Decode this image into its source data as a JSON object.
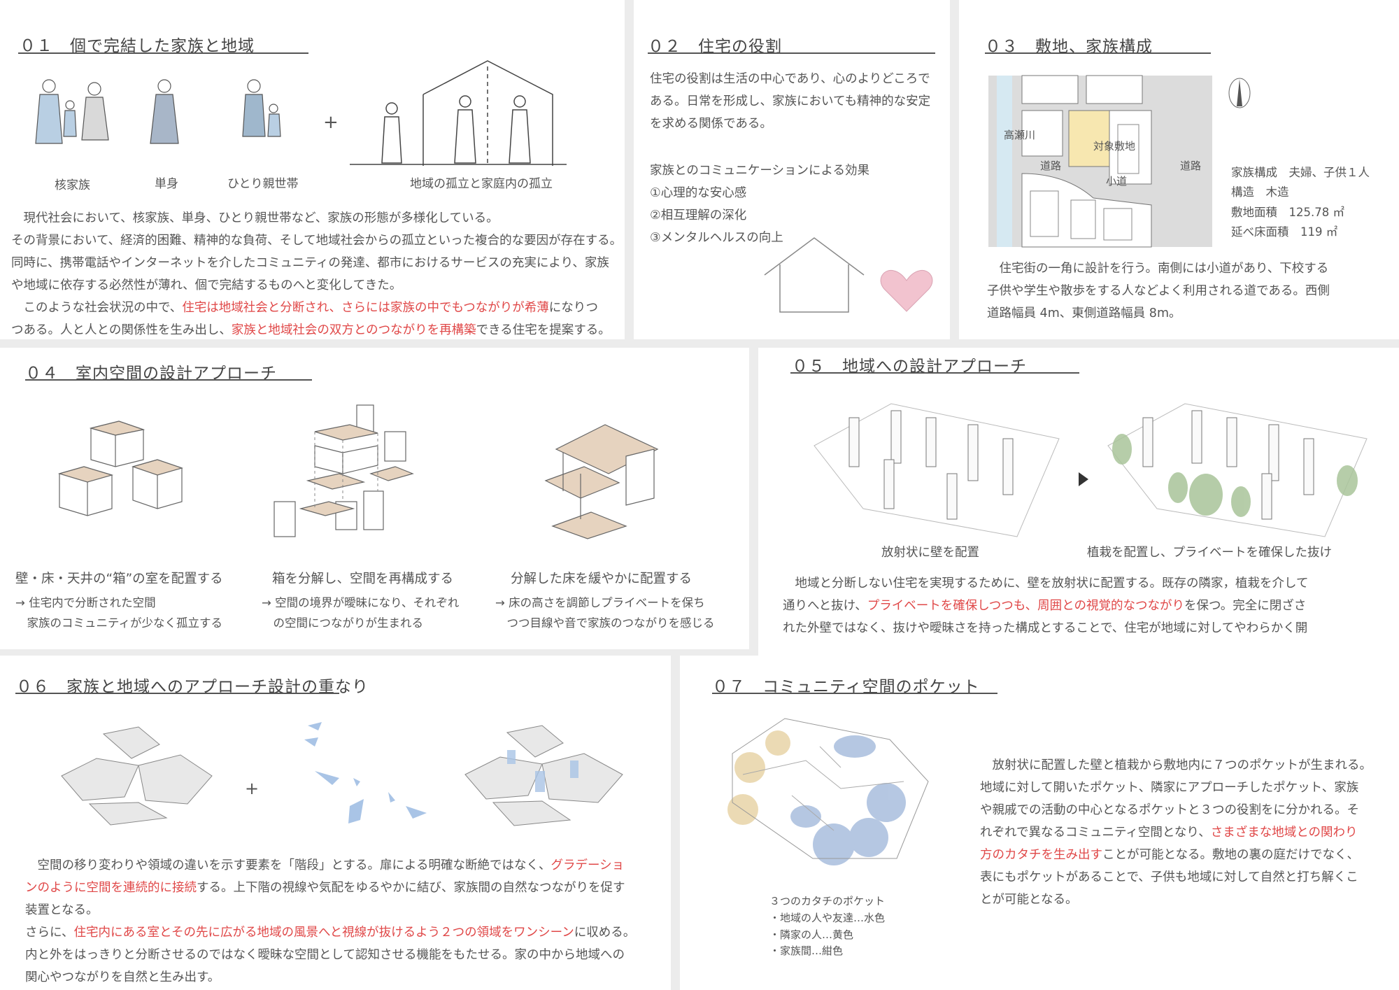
{
  "colors": {
    "text": "#555555",
    "highlight": "#e04848",
    "river": "#d6e9f2",
    "site": "#f7e7b0",
    "heart": "#f2c3cf",
    "pocket_blue": "#a9bede",
    "pocket_yellow": "#e8d4a8",
    "tree": "#a9c49a"
  },
  "s01": {
    "title": "０１　個で完結した家族と地域",
    "labels": [
      "核家族",
      "単身",
      "ひとり親世帯",
      "地域の孤立と家庭内の孤立"
    ],
    "plus": "+",
    "lines": [
      [
        {
          "text": "　現代社会において、核家族、単身、ひとり親世帯など、家族の形態が多様化している。"
        }
      ],
      [
        {
          "text": "その背景において、経済的困難、精神的な負荷、そして地域社会からの孤立といった複合的な要因が存在する。"
        }
      ],
      [
        {
          "text": "同時に、携帯電話やインターネットを介したコミュニティの発達、都市におけるサービスの充実により、家族"
        }
      ],
      [
        {
          "text": "や地域に依存する必然性が薄れ、個で完結するものへと変化してきた。"
        }
      ],
      [
        {
          "text": "　このような社会状況の中で、"
        },
        {
          "text": "住宅は地域社会と分断され、さらには家族の中でもつながりが希薄",
          "red": true
        },
        {
          "text": "になりつ"
        }
      ],
      [
        {
          "text": "つある。人と人との関係性を生み出し、"
        },
        {
          "text": "家族と地域社会の双方とのつながりを再構築",
          "red": true
        },
        {
          "text": "できる住宅を提案する。"
        }
      ]
    ]
  },
  "s02": {
    "title": "０２　住宅の役割",
    "lines": [
      [
        {
          "text": "住宅の役割は生活の中心であり、心のよりどころで"
        }
      ],
      [
        {
          "text": "ある。日常を形成し、家族においても精神的な安定"
        }
      ],
      [
        {
          "text": "を求める関係である。"
        }
      ]
    ],
    "effects_title": "家族とのコミュニケーションによる効果",
    "effects": [
      "①心理的な安心感",
      "②相互理解の深化",
      "③メンタルヘルスの向上"
    ]
  },
  "s03": {
    "title": "０３　敷地、家族構成",
    "map_labels": {
      "river": "高瀬川",
      "site": "対象敷地",
      "road_w": "道路",
      "road_e": "道路",
      "lane": "小道"
    },
    "info": [
      "家族構成　夫婦、子供１人",
      "構造　木造",
      "敷地面積　125.78 ㎡",
      "延べ床面積　119 ㎡"
    ],
    "lines": [
      [
        {
          "text": "　住宅街の一角に設計を行う。南側には小道があり、下校する"
        }
      ],
      [
        {
          "text": "子供や学生や散歩をする人などよく利用される道である。西側"
        }
      ],
      [
        {
          "text": "道路幅員 4m、東側道路幅員 8m。"
        }
      ]
    ]
  },
  "s04": {
    "title": "０４　室内空間の設計アプローチ",
    "captions": [
      "壁・床・天井の“箱”の室を配置する",
      "箱を分解し、空間を再構成する",
      "分解した床を緩やかに配置する"
    ],
    "notes": [
      [
        "→ 住宅内で分断された空間",
        "　家族のコミュニティが少なく孤立する"
      ],
      [
        "→ 空間の境界が曖昧になり、それぞれ",
        "　の空間につながりが生まれる"
      ],
      [
        "→ 床の高さを調節しプライベートを保ち",
        "　つつ目線や音で家族のつながりを感じる"
      ]
    ]
  },
  "s05": {
    "title": "０５　地域への設計アプローチ",
    "captions": [
      "放射状に壁を配置",
      "植栽を配置し、プライベートを確保した抜け"
    ],
    "lines": [
      [
        {
          "text": "　地域と分断しない住宅を実現するために、壁を放射状に配置する。既存の隣家，植栽を介して"
        }
      ],
      [
        {
          "text": "通りへと抜け、"
        },
        {
          "text": "プライベートを確保しつつも、周囲との視覚的なつながり",
          "red": true
        },
        {
          "text": "を保つ。完全に閉ざさ"
        }
      ],
      [
        {
          "text": "れた外壁ではなく、抜けや曖昧さを持った構成とすることで、住宅が地域に対してやわらかく開"
        }
      ]
    ]
  },
  "s06": {
    "title": "０６　家族と地域へのアプローチ設計の重なり",
    "plus": "+",
    "lines": [
      [
        {
          "text": "　空間の移り変わりや領域の違いを示す要素を「階段」とする。扉による明確な断絶ではなく、"
        },
        {
          "text": "グラデーショ",
          "red": true
        }
      ],
      [
        {
          "text": "ンのように空間を連続的に接続",
          "red": true
        },
        {
          "text": "する。上下階の視線や気配をゆるやかに結び、家族間の自然なつながりを促す"
        }
      ],
      [
        {
          "text": "装置となる。"
        }
      ],
      [
        {
          "text": "さらに、"
        },
        {
          "text": "住宅内にある室とその先に広がる地域の風景へと視線が抜けるよう２つの領域をワンシーン",
          "red": true
        },
        {
          "text": "に収める。"
        }
      ],
      [
        {
          "text": "内と外をはっきりと分断させるのではなく曖昧な空間として認知させる機能をもたせる。家の中から地域への"
        }
      ],
      [
        {
          "text": "関心やつながりを自然と生み出す。"
        }
      ]
    ]
  },
  "s07": {
    "title": "０７　コミュニティ空間のポケット",
    "legend": [
      "３つのカタチのポケット",
      "・地域の人や友達…水色",
      "・隣家の人…黄色",
      "・家族間…紺色"
    ],
    "lines": [
      [
        {
          "text": "　放射状に配置した壁と植栽から敷地内に７つのポケットが生まれる。"
        }
      ],
      [
        {
          "text": "地域に対して開いたポケット、隣家にアプローチしたポケット、家族"
        }
      ],
      [
        {
          "text": "や親戚での活動の中心となるポケットと３つの役割をに分かれる。そ"
        }
      ],
      [
        {
          "text": "れぞれで異なるコミュニティ空間となり、"
        },
        {
          "text": "さまざまな地域との関わり",
          "red": true
        }
      ],
      [
        {
          "text": "方のカタチを生み出す",
          "red": true
        },
        {
          "text": "ことが可能となる。敷地の裏の庭だけでなく、"
        }
      ],
      [
        {
          "text": "表にもポケットがあることで、子供も地域に対して自然と打ち解くこ"
        }
      ],
      [
        {
          "text": "とが可能となる。"
        }
      ]
    ]
  }
}
